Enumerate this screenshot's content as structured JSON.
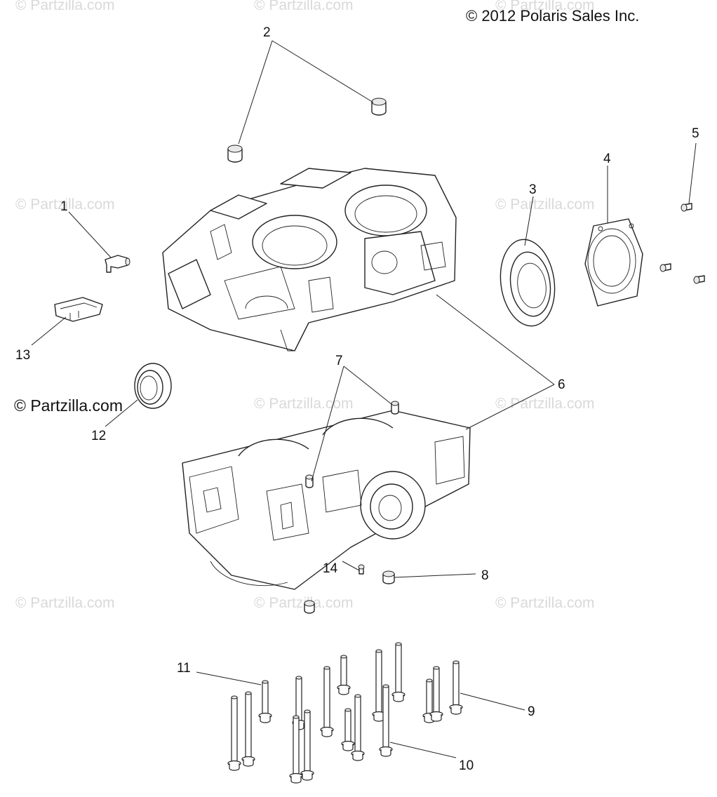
{
  "copyright": "© 2012 Polaris Sales Inc.",
  "watermark_light": "© Partzilla.com",
  "watermark_strong": "© Partzilla.com",
  "callouts": {
    "c1": "1",
    "c2": "2",
    "c3": "3",
    "c4": "4",
    "c5": "5",
    "c6": "6",
    "c7": "7",
    "c8": "8",
    "c9": "9",
    "c10": "10",
    "c11": "11",
    "c12": "12",
    "c13": "13",
    "c14": "14"
  }
}
